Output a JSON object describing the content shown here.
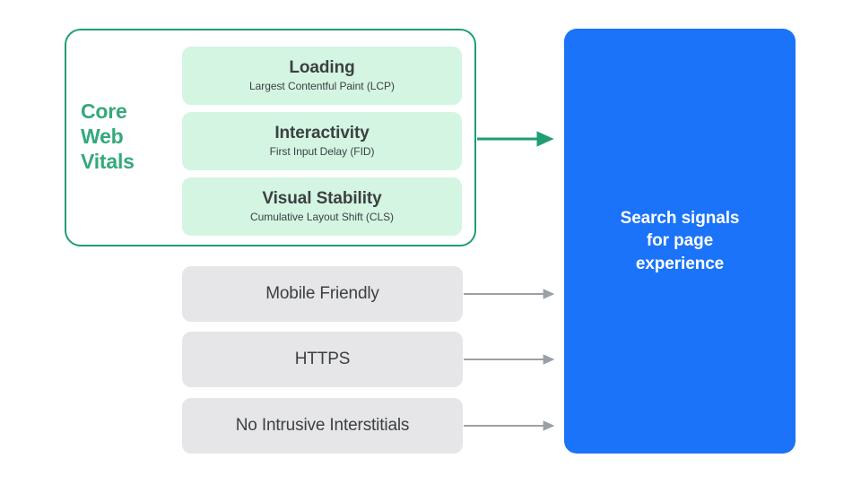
{
  "diagram": {
    "title": "Search signals for page experience",
    "type": "flow-diagram",
    "background_color": "#FFFFFF"
  },
  "core_web_vitals": {
    "label_lines": [
      "Core",
      "Web",
      "Vitals"
    ],
    "label_color": "#34A97B",
    "container_border_color": "#1F9E72",
    "box_fill_color": "#D4F5E2",
    "items": [
      {
        "title": "Loading",
        "subtitle": "Largest Contentful Paint (LCP)"
      },
      {
        "title": "Interactivity",
        "subtitle": "First Input Delay (FID)"
      },
      {
        "title": "Visual Stability",
        "subtitle": "Cumulative Layout Shift (CLS)"
      }
    ]
  },
  "other_signals": {
    "box_fill_color": "#E6E6E8",
    "items": [
      {
        "label": "Mobile Friendly"
      },
      {
        "label": "HTTPS"
      },
      {
        "label": "No Intrusive Interstitials"
      }
    ]
  },
  "target": {
    "lines": [
      "Search signals",
      "for page",
      "experience"
    ],
    "fill_color": "#1A73F8",
    "text_color": "#FFFFFF"
  },
  "arrows": [
    {
      "name": "core-web-vitals-arrow",
      "color": "#1F9E72",
      "from": "core-web-vitals-container",
      "to": "search-signals-box"
    },
    {
      "name": "mobile-friendly-arrow",
      "color": "#9AA0A6",
      "from": "mobile-friendly-box",
      "to": "search-signals-box"
    },
    {
      "name": "https-arrow",
      "color": "#9AA0A6",
      "from": "https-box",
      "to": "search-signals-box"
    },
    {
      "name": "no-intrusive-interstitials-arrow",
      "color": "#9AA0A6",
      "from": "no-intrusive-interstitials-box",
      "to": "search-signals-box"
    }
  ]
}
